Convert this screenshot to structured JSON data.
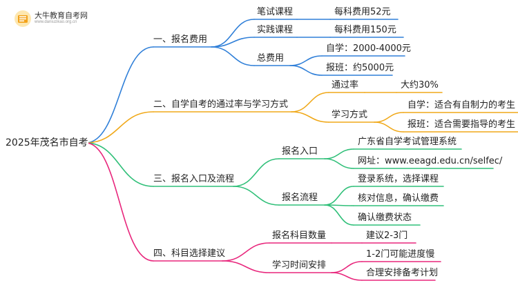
{
  "logo": {
    "title": "大牛教育自考网",
    "url": "www.daniuzikao.org.cn"
  },
  "colors": {
    "blue": "#2f7fd8",
    "orange": "#f0a818",
    "green": "#2fbf78",
    "pink": "#e8267c"
  },
  "mindmap": {
    "root": "2025年茂名市自考",
    "branches": [
      {
        "label": "一、报名费用",
        "children": [
          {
            "label": "笔试课程",
            "children": [
              {
                "label": "每科费用52元"
              }
            ]
          },
          {
            "label": "实践课程",
            "children": [
              {
                "label": "每科费用150元"
              }
            ]
          },
          {
            "label": "总费用",
            "children": [
              {
                "label": "自学：2000-4000元"
              },
              {
                "label": "报班：约5000元"
              }
            ]
          }
        ]
      },
      {
        "label": "二、自学自考的通过率与学习方式",
        "children": [
          {
            "label": "通过率",
            "children": [
              {
                "label": "大约30%"
              }
            ]
          },
          {
            "label": "学习方式",
            "children": [
              {
                "label": "自学：适合有自制力的考生"
              },
              {
                "label": "报班：适合需要指导的考生"
              }
            ]
          }
        ]
      },
      {
        "label": "三、报名入口及流程",
        "children": [
          {
            "label": "报名入口",
            "children": [
              {
                "label": "广东省自学考试管理系统"
              },
              {
                "label": "网址：www.eeagd.edu.cn/selfec/"
              }
            ]
          },
          {
            "label": "报名流程",
            "children": [
              {
                "label": "登录系统，选择课程"
              },
              {
                "label": "核对信息，确认缴费"
              },
              {
                "label": "确认缴费状态"
              }
            ]
          }
        ]
      },
      {
        "label": "四、科目选择建议",
        "children": [
          {
            "label": "报名科目数量",
            "children": [
              {
                "label": "建议2-3门"
              }
            ]
          },
          {
            "label": "学习时间安排",
            "children": [
              {
                "label": "1-2门可能进度慢"
              },
              {
                "label": "合理安排备考计划"
              }
            ]
          }
        ]
      }
    ]
  }
}
